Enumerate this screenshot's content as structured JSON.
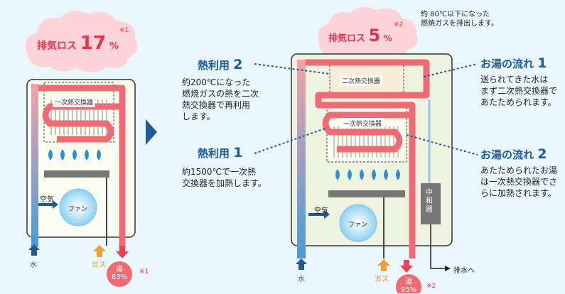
{
  "left": {
    "cloud": {
      "prefix": "排気ロス",
      "value": "17",
      "unit": "%",
      "note": "※1"
    },
    "heat_exchanger": "一次熱交換器",
    "air": "空気",
    "fan": "ファン",
    "water": "水",
    "gas": "ガス",
    "hot_water": {
      "label": "湯",
      "value": "83%",
      "note": "※1"
    }
  },
  "right": {
    "cloud": {
      "prefix": "排気ロス",
      "value": "5",
      "unit": "%",
      "note": "※2"
    },
    "exhaust_note": [
      "約 80℃以下になった",
      "燃焼ガスを排出します。"
    ],
    "heat_use_2": {
      "title": "熱利用",
      "num": "2",
      "body": [
        "約200℃になった",
        "燃焼ガスの熱を二次",
        "熱交換器で再利用",
        "します。"
      ]
    },
    "heat_use_1": {
      "title": "熱利用",
      "num": "1",
      "body": [
        "約1500℃で一次熱",
        "交換器を加熱します。"
      ]
    },
    "flow_1": {
      "title": "お湯の流れ",
      "num": "1",
      "body": [
        "送られてきた水は",
        "まず二次熱交換器で",
        "あたためられます。"
      ]
    },
    "flow_2": {
      "title": "お湯の流れ",
      "num": "2",
      "body": [
        "あたためられたお湯",
        "は一次熱交換器でさ",
        "らに加熱されます。"
      ]
    },
    "secondary_hx": "二次熱交換器",
    "primary_hx": "一次熱交換器",
    "neutralizer": "中和器",
    "drain": "排水へ",
    "air": "空気",
    "fan": "ファン",
    "water": "水",
    "gas": "ガス",
    "hot_water": {
      "label": "湯",
      "value": "95%",
      "note": "※2"
    }
  },
  "colors": {
    "hot": "#e8414f",
    "cold": "#5fa9df",
    "gas": "#f0a030",
    "flame": "#2b8fd6",
    "cloud": "#fbd3d8",
    "arrow": "#1d5a9a"
  }
}
